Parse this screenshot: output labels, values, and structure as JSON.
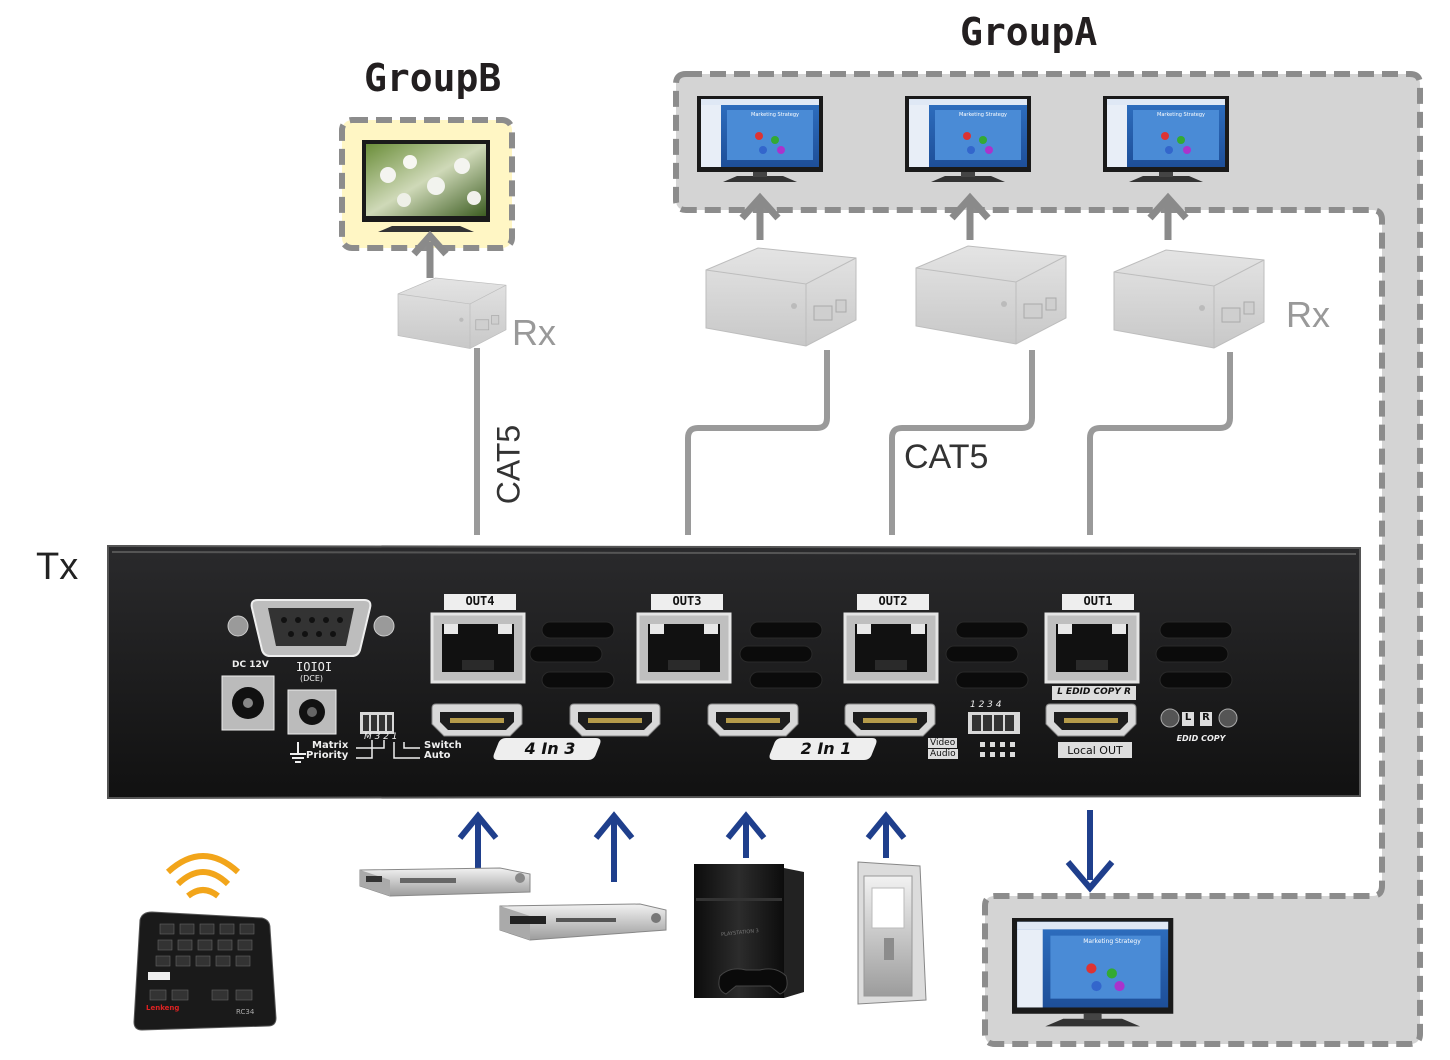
{
  "labels": {
    "group_a": "GroupA",
    "group_b": "GroupB",
    "rx_left": "Rx",
    "rx_right": "Rx",
    "cat5_vertical": "CAT5",
    "cat5_horizontal": "CAT5",
    "tx": "Tx"
  },
  "panel": {
    "out4": "OUT4",
    "out3": "OUT3",
    "out2": "OUT2",
    "out1": "OUT1",
    "dc": "DC 12V",
    "rs232": "IOIOI",
    "dce": "(DCE)",
    "matrix": "Matrix",
    "priority": "Priority",
    "switch": "Switch",
    "auto": "Auto",
    "dip_m321": "M 3 2 1",
    "in_43": "4 In 3",
    "in_21": "2 In 1",
    "dip_1234": "1 2 3 4",
    "video": "Video",
    "audio": "Audio",
    "edid_copy_top": "L EDID COPY R",
    "local_out": "Local OUT",
    "edid_copy_bottom": "EDID COPY",
    "btn_l": "L",
    "btn_r": "R"
  },
  "screens": {
    "slide_title": "Marketing Strategy"
  },
  "devices": {
    "ps3": "PLAYSTATION 3",
    "remote_brand": "Lenkeng",
    "remote_model": "RC34"
  },
  "colors": {
    "arrow_blue": "#1f3f8c",
    "cable_gray": "#9a9a9a",
    "group_border": "#8c8c8c",
    "group_fill": "#d4d4d4",
    "groupb_fill": "#fff6c4",
    "chassis": "#1c1c1e",
    "wifi": "#f2a51a"
  }
}
